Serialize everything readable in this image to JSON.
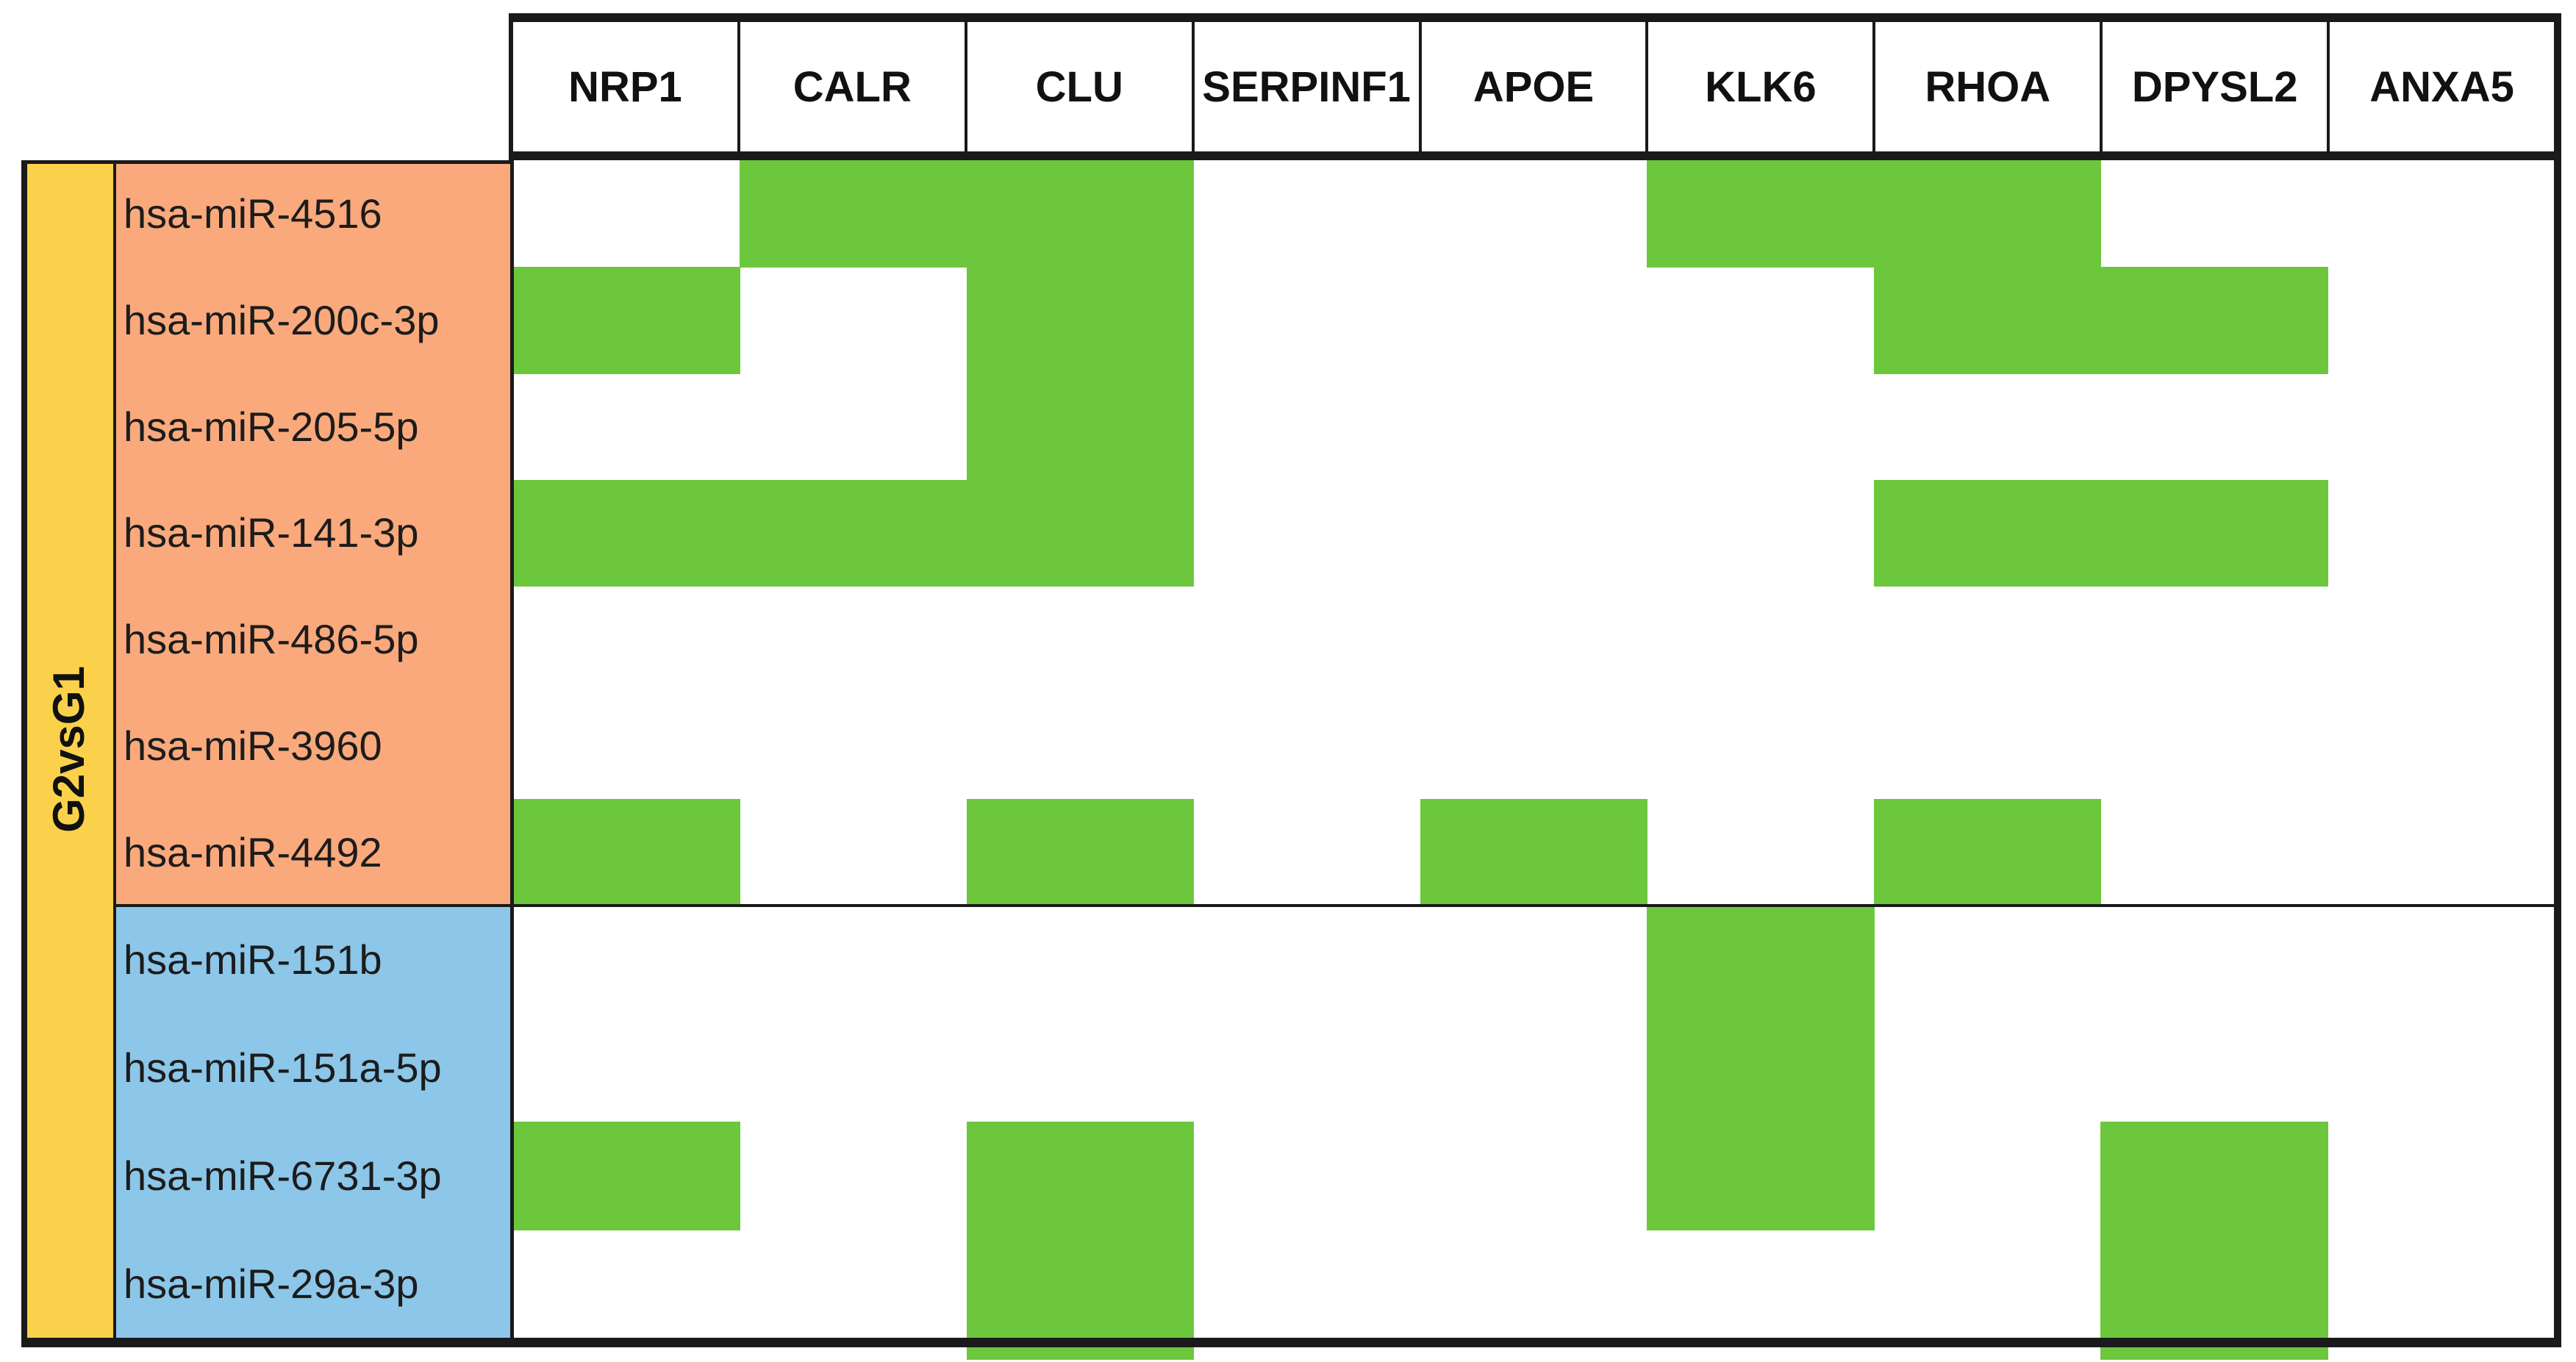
{
  "chart_data": {
    "type": "heatmap",
    "title": "",
    "comparison": "G2vsG1",
    "columns": [
      "NRP1",
      "CALR",
      "CLU",
      "SERPINF1",
      "APOE",
      "KLK6",
      "RHOA",
      "DPYSL2",
      "ANXA5"
    ],
    "rows": [
      "hsa-miR-4516",
      "hsa-miR-200c-3p",
      "hsa-miR-205-5p",
      "hsa-miR-141-3p",
      "hsa-miR-486-5p",
      "hsa-miR-3960",
      "hsa-miR-4492",
      "hsa-miR-151b",
      "hsa-miR-151a-5p",
      "hsa-miR-6731-3p",
      "hsa-miR-29a-3p"
    ],
    "row_groups": [
      {
        "name": "group-1",
        "color": "#F9A97C",
        "row_indices": [
          0,
          1,
          2,
          3,
          4,
          5,
          6
        ]
      },
      {
        "name": "group-2",
        "color": "#8CC6E8",
        "row_indices": [
          7,
          8,
          9,
          10
        ]
      }
    ],
    "matrix": [
      [
        0,
        1,
        1,
        0,
        0,
        1,
        1,
        0,
        0
      ],
      [
        1,
        0,
        1,
        0,
        0,
        0,
        1,
        1,
        0
      ],
      [
        0,
        0,
        1,
        0,
        0,
        0,
        0,
        0,
        0
      ],
      [
        1,
        1,
        1,
        0,
        0,
        0,
        1,
        1,
        0
      ],
      [
        0,
        0,
        0,
        0,
        0,
        0,
        0,
        0,
        0
      ],
      [
        0,
        0,
        0,
        0,
        0,
        0,
        0,
        0,
        0
      ],
      [
        1,
        0,
        1,
        0,
        1,
        0,
        1,
        0,
        0
      ],
      [
        0,
        0,
        0,
        0,
        0,
        1,
        0,
        0,
        0
      ],
      [
        0,
        0,
        0,
        0,
        0,
        1,
        0,
        0,
        0
      ],
      [
        1,
        0,
        1,
        0,
        0,
        1,
        0,
        1,
        0
      ],
      [
        0,
        0,
        1,
        0,
        0,
        0,
        0,
        1,
        0
      ]
    ],
    "colors": {
      "cell_on": "#6CC73D",
      "cell_off": "#FFFFFF",
      "band_yellow": "#FBD14C",
      "group_orange": "#F9A97C",
      "group_blue": "#8CC6E8",
      "border": "#1A1A1A"
    },
    "layout_hints": {
      "legend_position": "none",
      "grid": "header-only"
    }
  }
}
